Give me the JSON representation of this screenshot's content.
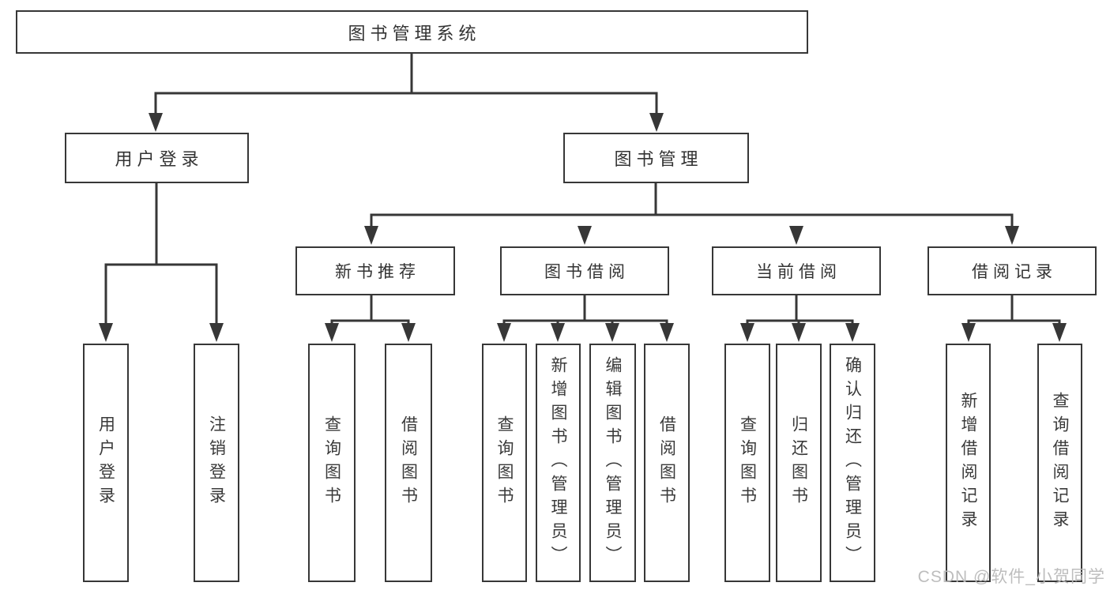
{
  "diagram": {
    "title": "图书管理系统",
    "root": {
      "label": "图书管理系统"
    },
    "level2": [
      {
        "id": "user-login",
        "label": "用户登录"
      },
      {
        "id": "book-management",
        "label": "图书管理"
      }
    ],
    "level3": [
      {
        "id": "new-book-recommend",
        "label": "新书推荐"
      },
      {
        "id": "book-borrow",
        "label": "图书借阅"
      },
      {
        "id": "current-borrow",
        "label": "当前借阅"
      },
      {
        "id": "borrow-records",
        "label": "借阅记录"
      }
    ],
    "leaves": {
      "user_login": [
        "用户登录",
        "注销登录"
      ],
      "new_book": [
        "查询图书",
        "借阅图书"
      ],
      "book_borrow": [
        "查询图书",
        "新增图书（管理员）",
        "编辑图书（管理员）",
        "借阅图书"
      ],
      "current_borrow": [
        "查询图书",
        "归还图书",
        "确认归还（管理员）"
      ],
      "borrow_records": [
        "新增借阅记录",
        "查询借阅记录"
      ]
    }
  },
  "watermark": {
    "text": "CSDN @软件_小贺同学"
  },
  "colors": {
    "line": "#373737",
    "text": "#333333",
    "background": "#ffffff",
    "watermark": "#b9b9b9"
  }
}
